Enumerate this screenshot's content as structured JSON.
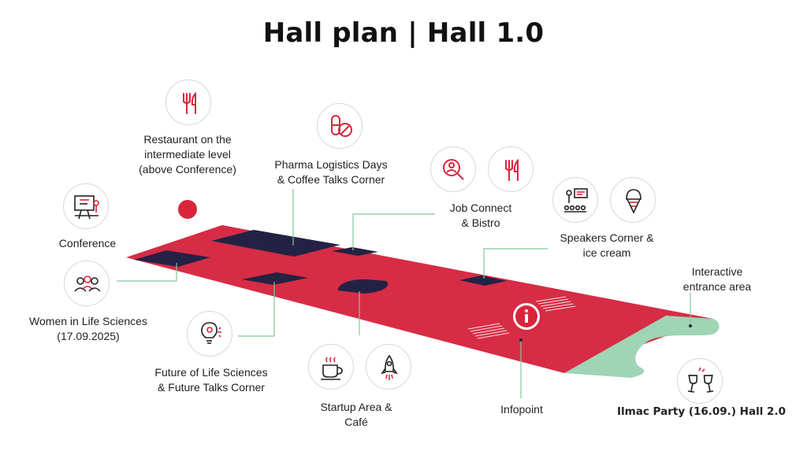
{
  "title": "Hall plan | Hall 1.0",
  "colors": {
    "floor": "#d72c45",
    "booth": "#242244",
    "entrance": "#9fd4b4",
    "accent": "#d9253b",
    "leader": "#7fc89b"
  },
  "labels": {
    "restaurant": [
      "Restaurant on the",
      "intermediate level",
      "(above Conference)"
    ],
    "pharma": [
      "Pharma Logistics Days",
      "& Coffee Talks Corner"
    ],
    "job": [
      "Job Connect",
      "& Bistro"
    ],
    "speakers": [
      "Speakers Corner &",
      "ice cream"
    ],
    "conference": [
      "Conference"
    ],
    "women": [
      "Women in Life Sciences",
      "(17.09.2025)"
    ],
    "future": [
      "Future of Life Sciences",
      "& Future Talks Corner"
    ],
    "startup": [
      "Startup Area &",
      "Café"
    ],
    "infopoint": [
      "Infopoint"
    ],
    "entrance": [
      "Interactive",
      "entrance area"
    ],
    "party": [
      "Ilmac Party (16.09.) Hall 2.0"
    ]
  },
  "icons": {
    "restaurant": "fork-knife-icon",
    "pharma": "pill-icon",
    "job": "magnifier-person-icon",
    "bistro": "fork-knife-icon",
    "speakers": "presenter-icon",
    "icecream": "ice-cream-icon",
    "conference": "presentation-board-icon",
    "women": "group-of-women-icon",
    "future": "lightbulb-gear-icon",
    "cafe": "coffee-cup-icon",
    "startup": "rocket-icon",
    "party": "wine-glasses-icon",
    "info": "info-icon"
  }
}
